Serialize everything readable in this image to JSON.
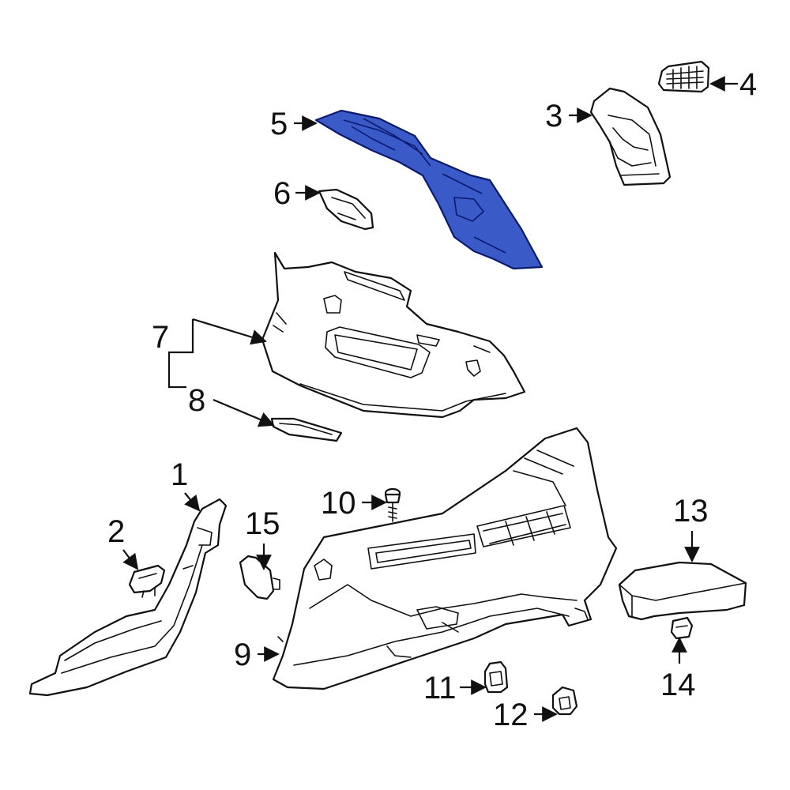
{
  "highlight_color": "#3a5bc7",
  "callouts": [
    {
      "id": "1",
      "label": "1"
    },
    {
      "id": "2",
      "label": "2"
    },
    {
      "id": "3",
      "label": "3"
    },
    {
      "id": "4",
      "label": "4"
    },
    {
      "id": "5",
      "label": "5"
    },
    {
      "id": "6",
      "label": "6"
    },
    {
      "id": "7",
      "label": "7"
    },
    {
      "id": "8",
      "label": "8"
    },
    {
      "id": "9",
      "label": "9"
    },
    {
      "id": "10",
      "label": "10"
    },
    {
      "id": "11",
      "label": "11"
    },
    {
      "id": "12",
      "label": "12"
    },
    {
      "id": "13",
      "label": "13"
    },
    {
      "id": "14",
      "label": "14"
    },
    {
      "id": "15",
      "label": "15"
    }
  ],
  "highlighted_part": "5"
}
